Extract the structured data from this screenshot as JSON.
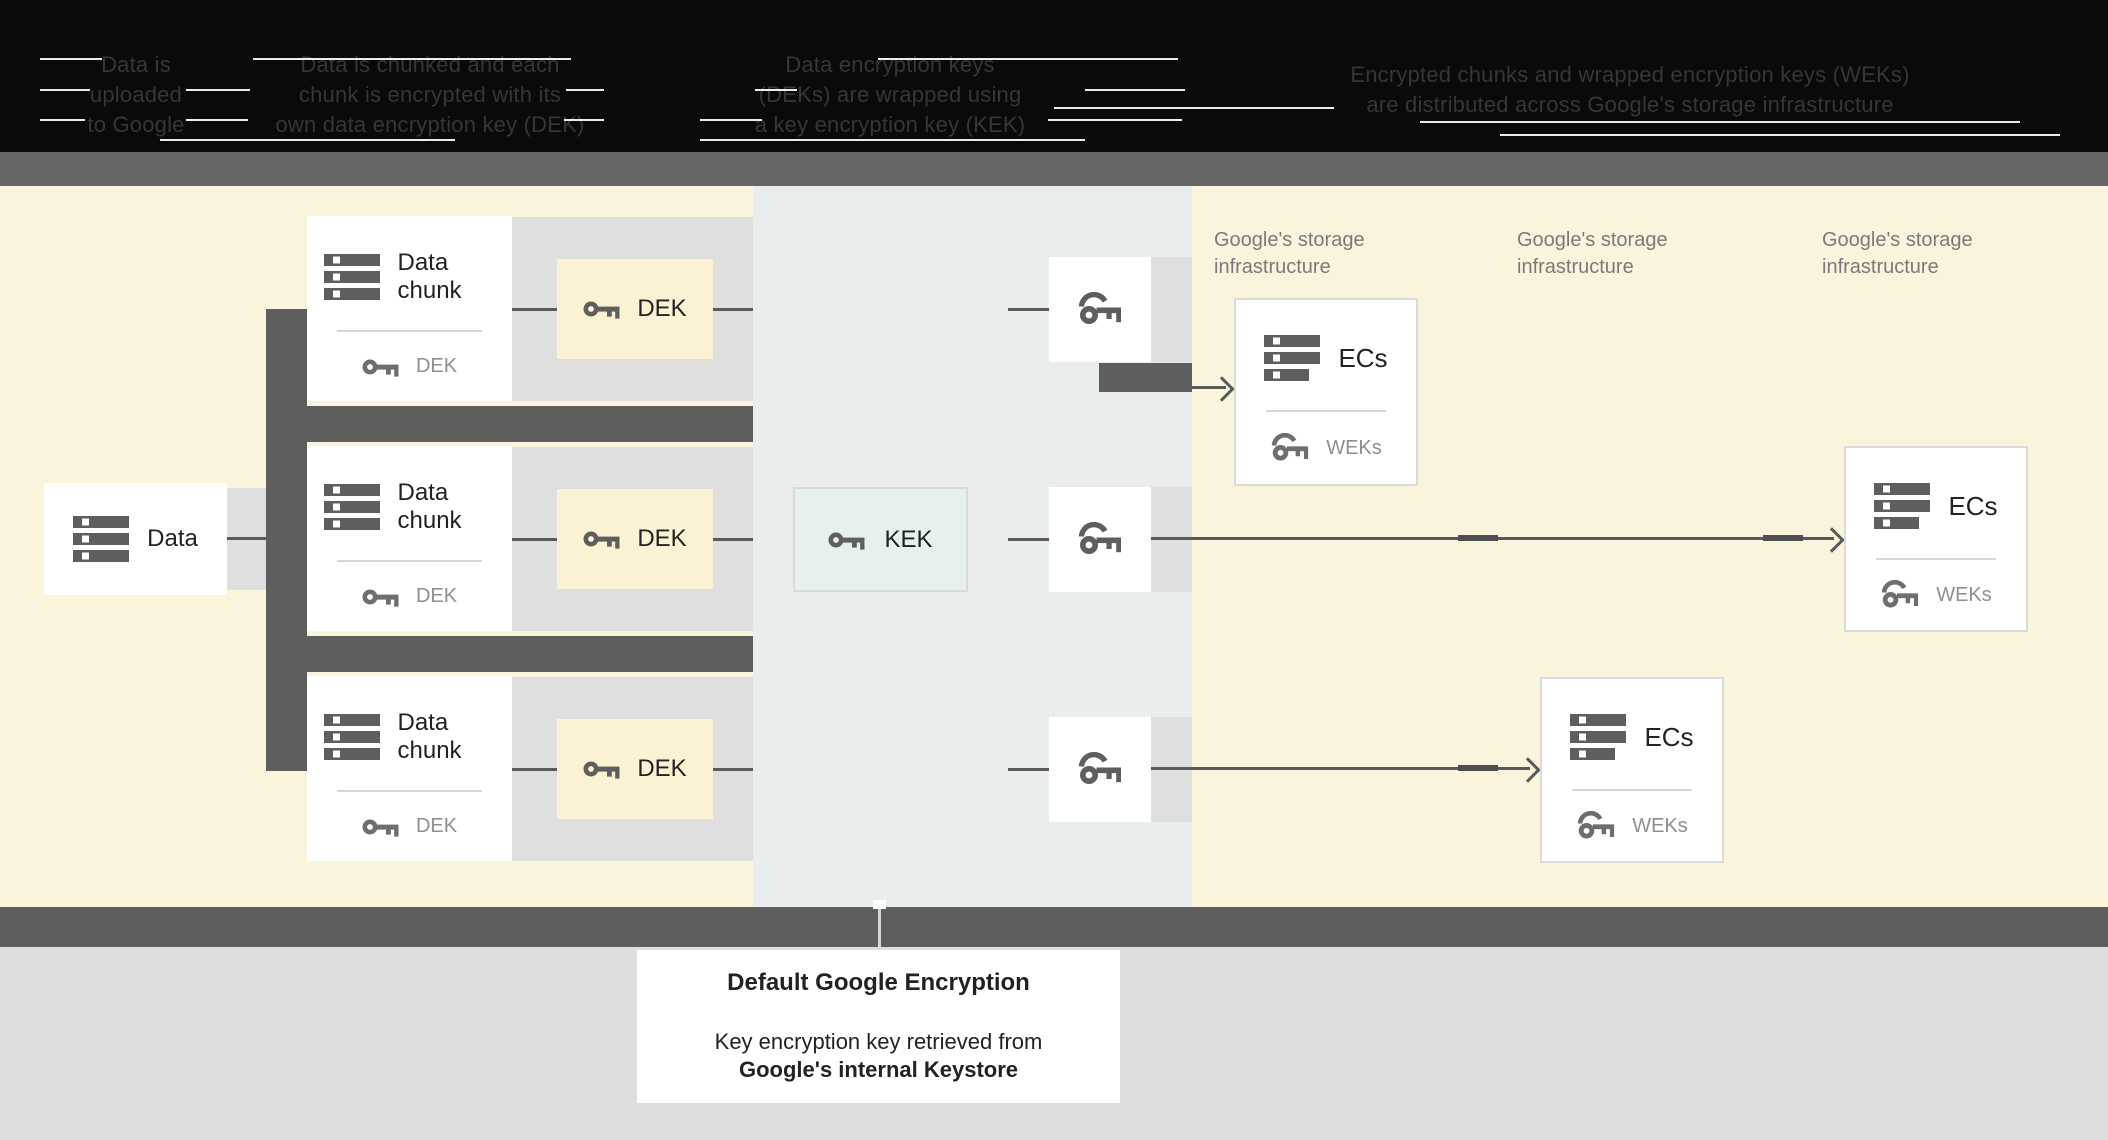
{
  "header": {
    "captions": [
      {
        "lines": [
          "Data is",
          "uploaded",
          "to Google"
        ]
      },
      {
        "lines": [
          "Data is chunked and each",
          "chunk is encrypted with its",
          "own data encryption key (DEK)"
        ]
      },
      {
        "lines": [
          "Data encryption keys",
          "(DEKs) are wrapped using",
          "a key encryption key (KEK)"
        ]
      },
      {
        "lines": [
          "Encrypted chunks and wrapped encryption keys (WEKs)",
          "are distributed across Google's storage infrastructure"
        ]
      }
    ],
    "streaks": [
      [
        40,
        58,
        62
      ],
      [
        253,
        58,
        318
      ],
      [
        878,
        58,
        300
      ],
      [
        40,
        89,
        50
      ],
      [
        186,
        89,
        64
      ],
      [
        566,
        89,
        38
      ],
      [
        755,
        89,
        42
      ],
      [
        1085,
        89,
        100
      ],
      [
        1054,
        107,
        280
      ],
      [
        40,
        119,
        45
      ],
      [
        186,
        119,
        62
      ],
      [
        564,
        119,
        40
      ],
      [
        700,
        119,
        62
      ],
      [
        1048,
        119,
        134
      ],
      [
        1420,
        121,
        600
      ],
      [
        160,
        139,
        295
      ],
      [
        700,
        139,
        385
      ],
      [
        1500,
        134,
        560
      ]
    ]
  },
  "diagram": {
    "data_box": {
      "label": "Data"
    },
    "chunks": [
      {
        "title": "Data chunk",
        "key_label": "DEK"
      },
      {
        "title": "Data chunk",
        "key_label": "DEK"
      },
      {
        "title": "Data chunk",
        "key_label": "DEK"
      }
    ],
    "dek_boxes": [
      {
        "label": "DEK"
      },
      {
        "label": "DEK"
      },
      {
        "label": "DEK"
      }
    ],
    "kek_box": {
      "label": "KEK"
    },
    "storage_labels": [
      {
        "line1": "Google's storage",
        "line2": "infrastructure"
      },
      {
        "line1": "Google's storage",
        "line2": "infrastructure"
      },
      {
        "line1": "Google's storage",
        "line2": "infrastructure"
      }
    ],
    "ecs_boxes": [
      {
        "title": "ECs",
        "key_label": "WEKs"
      },
      {
        "title": "ECs",
        "key_label": "WEKs"
      },
      {
        "title": "ECs",
        "key_label": "WEKs"
      }
    ]
  },
  "footer": {
    "title": "Default Google Encryption",
    "line1": "Key encryption key retrieved from",
    "line2": "Google's internal Keystore"
  },
  "icons": {
    "key": "key-icon",
    "stack": "data-stack-icon"
  },
  "colors": {
    "header_bg": "#0a0a0a",
    "header_text": "#363636",
    "bar_gray": "#676767",
    "cream_bg": "#fbf4dd",
    "cream_box": "#fbf1d3",
    "mid_bg": "#e9eded",
    "mint_box": "#e5f1ea",
    "band_gray": "#dfdfdf",
    "dark_gray": "#5e5e5e",
    "line_color": "#5a5a5a",
    "box_border": "#dadada",
    "strip_gray": "#dedede",
    "text_dark": "#222222",
    "text_gray": "#8f8f8f",
    "storage_text": "#7a7a7a"
  }
}
